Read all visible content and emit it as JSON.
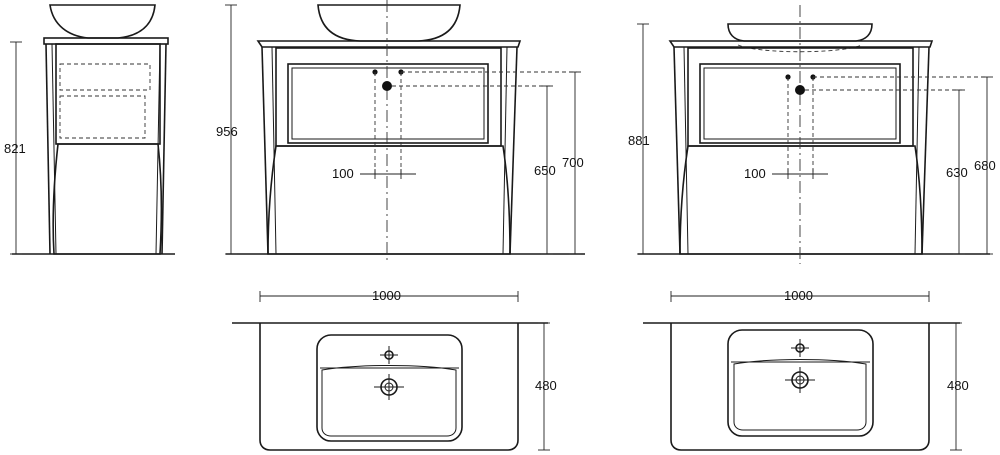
{
  "dimensions": {
    "view1_height": "821",
    "view2_height": "956",
    "view2_tap_spacing": "100",
    "view2_outlet_height": "650",
    "view2_counter_height": "700",
    "view3_height": "881",
    "view3_tap_spacing": "100",
    "view3_outlet_height": "630",
    "view3_counter_height": "680",
    "plan1_width": "1000",
    "plan1_depth": "480",
    "plan2_width": "1000",
    "plan2_depth": "480"
  }
}
